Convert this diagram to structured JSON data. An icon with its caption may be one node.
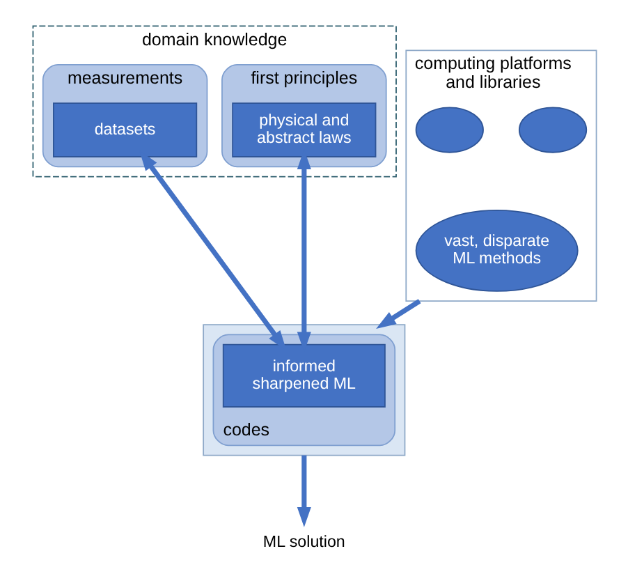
{
  "diagram": {
    "nodes": [
      {
        "text": [
          "domain knowledge"
        ]
      },
      {
        "text": [
          "measurements"
        ],
        "in": 0
      },
      {
        "text": [
          "datasets"
        ],
        "in": 1
      },
      {
        "text": [
          "first principles"
        ],
        "in": 0
      },
      {
        "text": [
          "physical and abstract laws"
        ],
        "in": 3
      },
      {
        "text": [
          "computing platforms and libraries"
        ]
      },
      {
        "text": [],
        "shape": "ellipse",
        "in": 5
      },
      {
        "text": [],
        "shape": "ellipse",
        "in": 5
      },
      {
        "text": [
          "vast, disparate ML methods"
        ],
        "in": 5
      },
      {
        "text": [],
        "shape": "box"
      },
      {
        "text": [
          "codes"
        ],
        "in": 9
      },
      {
        "text": [
          "informed sharpened ML"
        ],
        "in": 10
      },
      {
        "text": [
          "ML solution"
        ]
      }
    ],
    "edges": [
      {
        "from": 2,
        "to": 11,
        "arrow": "both"
      },
      {
        "from": 4,
        "to": 11,
        "arrow": "both"
      },
      {
        "from": 5,
        "to": 9,
        "arrow": "to"
      },
      {
        "from": 9,
        "to": 12,
        "arrow": "to"
      }
    ]
  }
}
